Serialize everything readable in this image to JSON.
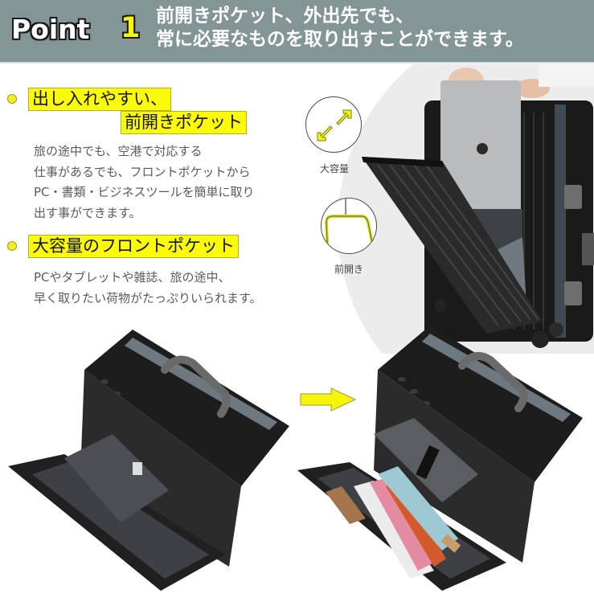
{
  "header": {
    "point_label": "Point",
    "point_number": "1",
    "headline_line1": "前開きポケット、外出先でも、",
    "headline_line2": "常に必要なものを取り出すことができます。",
    "banner_color": "#849596"
  },
  "features": [
    {
      "title_line1": "出し入れやすい、",
      "title_line2": "前開きポケット",
      "body": [
        "旅の途中でも、空港で対応する",
        "仕事があるでも、フロントポケットから",
        "PC・書類・ビジネスツールを簡単に取り",
        "出す事ができます。"
      ]
    },
    {
      "title_line1": "大容量のフロントポケット",
      "body": [
        "PCやタブレットや雑誌、旅の途中、",
        "早く取りたい荷物がたっぷりいられます。"
      ]
    }
  ],
  "icons": [
    {
      "name": "expand-arrows-icon",
      "caption": "大容量"
    },
    {
      "name": "front-open-icon",
      "caption": "前開き"
    }
  ],
  "images": {
    "hero": "suitcase-with-laptop-front-pocket-open",
    "before": "suitcase-front-pocket-empty",
    "after": "suitcase-front-pocket-packed"
  },
  "colors": {
    "highlight": "#fbfb08",
    "accent_yellow": "#f4f411",
    "body_text": "#5a5a5a"
  }
}
